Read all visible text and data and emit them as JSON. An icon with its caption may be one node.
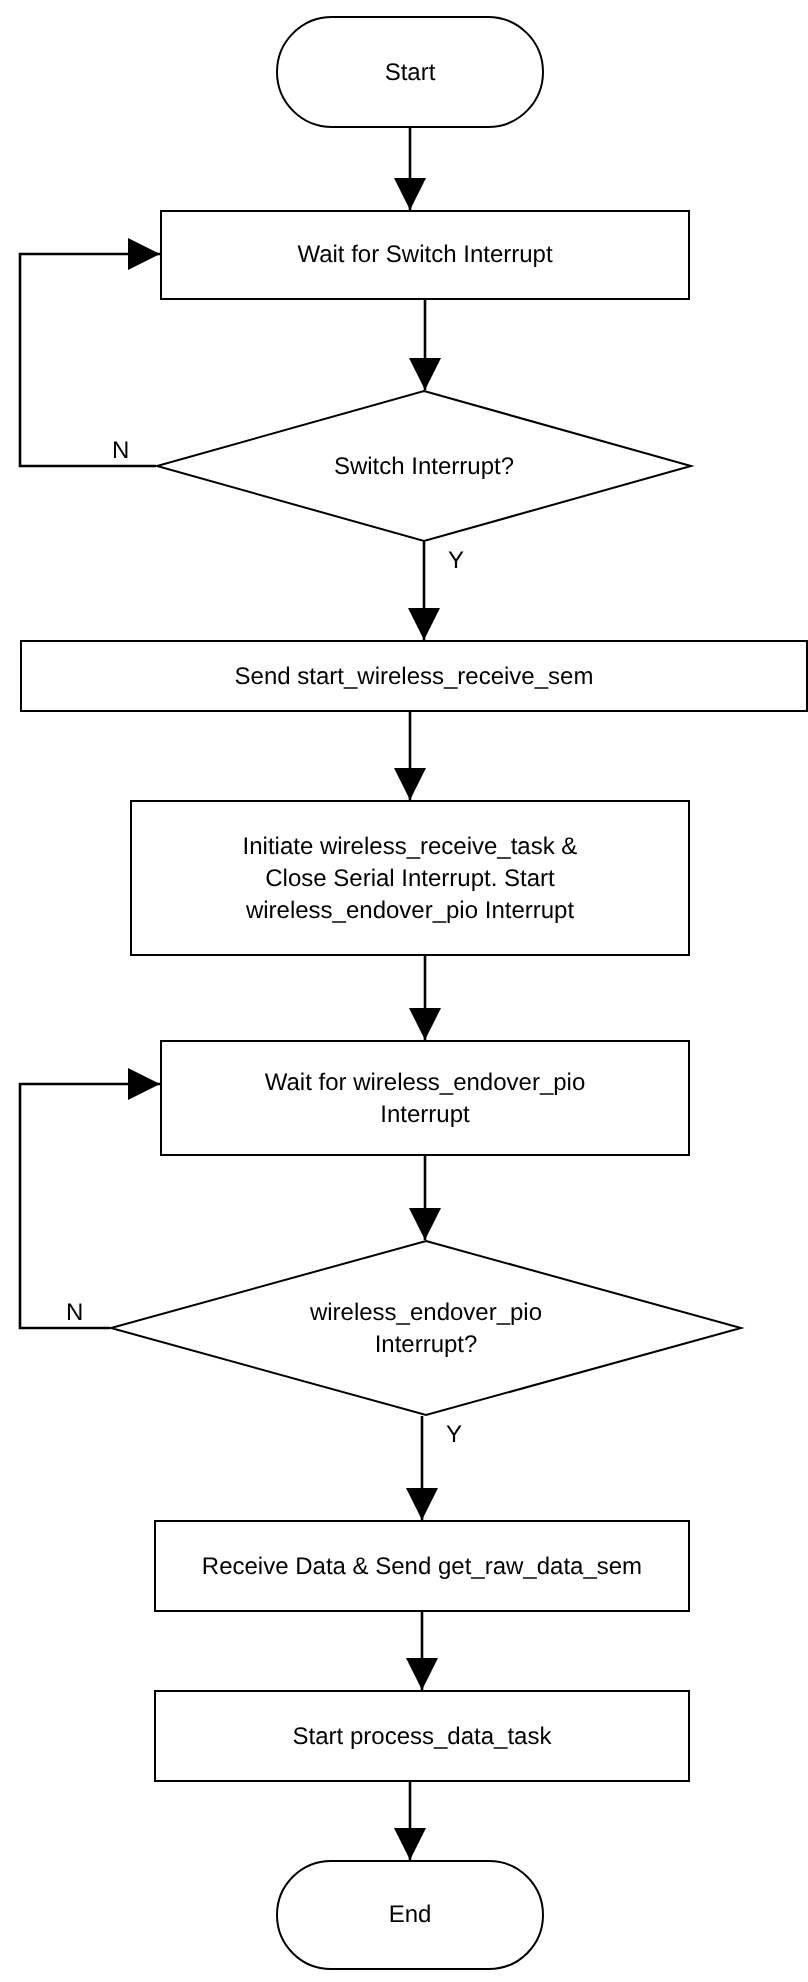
{
  "diagram": {
    "nodes": [
      {
        "text": [
          "Start"
        ]
      },
      {
        "text": [
          "Wait for Switch Interrupt"
        ]
      },
      {
        "text": [
          "Switch Interrupt?"
        ]
      },
      {
        "text": [
          "Send start_wireless_receive_sem"
        ]
      },
      {
        "text": [
          "Initiate wireless_receive_task & Close Serial Interrupt. Start wireless_endover_pio Interrupt"
        ]
      },
      {
        "text": [
          "Wait for wireless_endover_pio Interrupt"
        ]
      },
      {
        "text": [
          "wireless_endover_pio Interrupt?"
        ]
      },
      {
        "text": [
          "Receive Data & Send get_raw_data_sem"
        ]
      },
      {
        "text": [
          "Start process_data_task"
        ]
      },
      {
        "text": [
          "End"
        ]
      }
    ],
    "edges": [
      {
        "from": 0,
        "to": 1,
        "arrow": "to"
      },
      {
        "from": 1,
        "to": 2,
        "arrow": "to"
      },
      {
        "from": 2,
        "to": 1,
        "arrow": "to",
        "label": "N"
      },
      {
        "from": 2,
        "to": 3,
        "arrow": "to",
        "label": "Y"
      },
      {
        "from": 3,
        "to": 4,
        "arrow": "to"
      },
      {
        "from": 4,
        "to": 5,
        "arrow": "to"
      },
      {
        "from": 5,
        "to": 6,
        "arrow": "to"
      },
      {
        "from": 6,
        "to": 5,
        "arrow": "to",
        "label": "N"
      },
      {
        "from": 6,
        "to": 7,
        "arrow": "to",
        "label": "Y"
      },
      {
        "from": 7,
        "to": 8,
        "arrow": "to"
      },
      {
        "from": 8,
        "to": 9,
        "arrow": "to"
      }
    ]
  }
}
